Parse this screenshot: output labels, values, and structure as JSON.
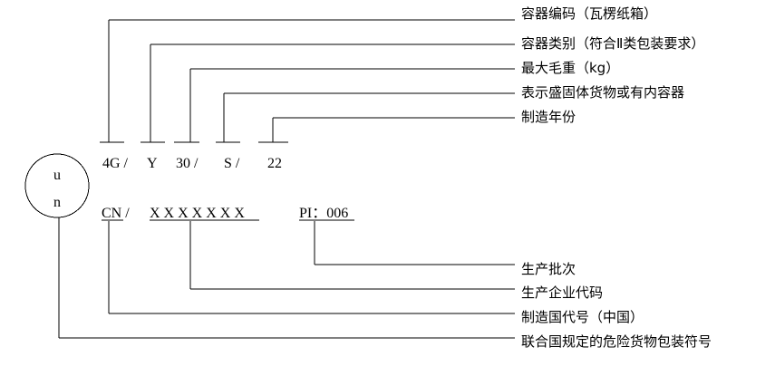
{
  "un_symbol": {
    "top": "u",
    "bottom": "n"
  },
  "code_line1": {
    "container_code": "4G /",
    "category": "Y",
    "max_weight": "30 /",
    "solid_marker": "S /",
    "year": "22"
  },
  "code_line2": {
    "country": "CN /",
    "enterprise": "X X X X X X X",
    "batch": "PI：006"
  },
  "labels": {
    "container_code": "容器编码（瓦楞纸箱）",
    "category": "容器类别（符合Ⅱ类包装要求）",
    "max_weight": "最大毛重（kg）",
    "solid_marker": "表示盛固体货物或有内容器",
    "year": "制造年份",
    "batch": "生产批次",
    "enterprise": "生产企业代码",
    "country": "制造国代号（中国）",
    "un_symbol": "联合国规定的危险货物包装符号"
  }
}
